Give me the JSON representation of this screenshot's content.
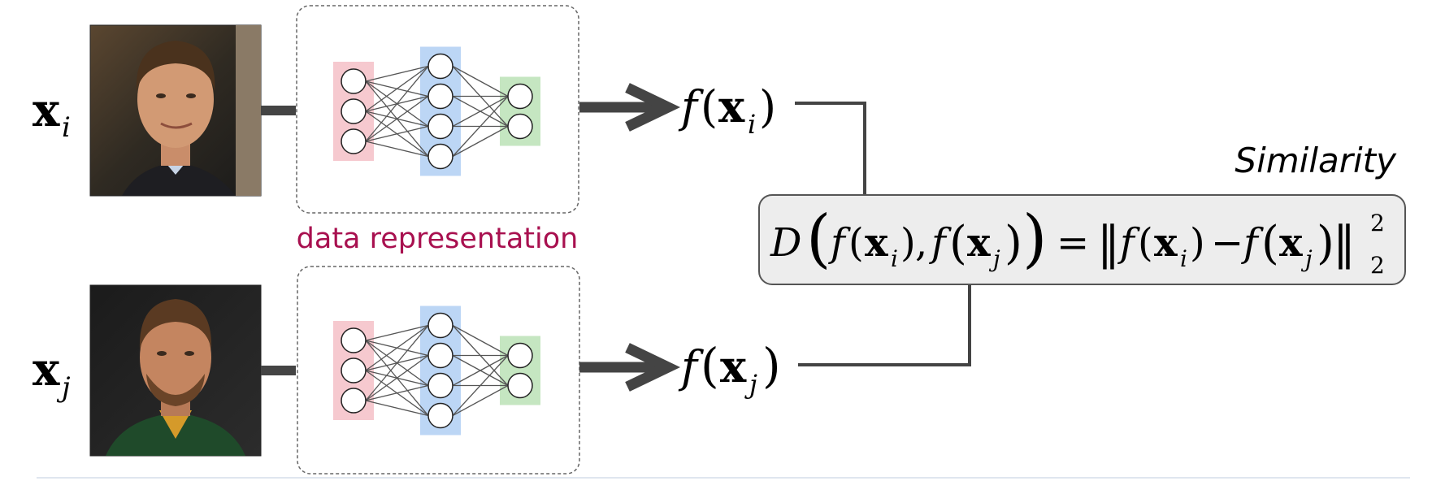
{
  "inputs": {
    "top_var": "x",
    "top_sub": "i",
    "bottom_var": "x",
    "bottom_sub": "j"
  },
  "outputs": {
    "top_fn": "f",
    "top_var": "x",
    "top_sub": "i",
    "bottom_fn": "f",
    "bottom_var": "x",
    "bottom_sub": "j"
  },
  "caption": "data representation",
  "similarity_label": "Similarity",
  "formula": {
    "D": "D",
    "f": "f",
    "x": "x",
    "sub_i": "i",
    "sub_j": "j",
    "comma": ",",
    "equals": "=",
    "minus": "−",
    "norm_sup": "2",
    "norm_sub": "2"
  },
  "colors": {
    "input_layer": "#f6c9cf",
    "hidden_layer": "#bcd6f5",
    "output_layer": "#c5e6c1",
    "arrow": "#444444",
    "caption": "#a8104f",
    "formula_box": "#ededed"
  },
  "network": {
    "layers": [
      3,
      4,
      2
    ]
  }
}
